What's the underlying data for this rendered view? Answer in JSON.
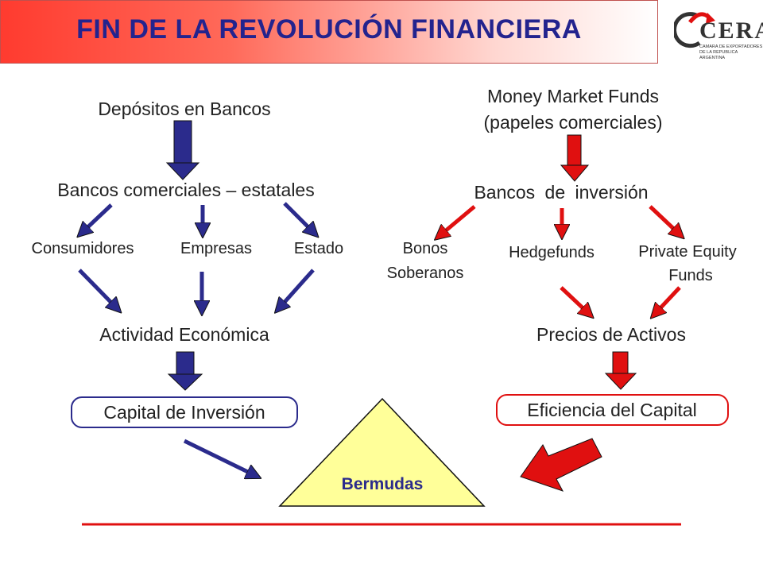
{
  "title": "FIN DE LA REVOLUCIÓN FINANCIERA",
  "logo": {
    "name": "CERA",
    "subtitle": "CAMARA DE EXPORTADORES DE LA REPUBLICA ARGENTINA"
  },
  "left": {
    "top": "Depósitos en Bancos",
    "middle": "Bancos comerciales – estatales",
    "branches": [
      "Consumidores",
      "Empresas",
      "Estado"
    ],
    "result": "Actividad Económica",
    "box": "Capital de Inversión",
    "color": "#2b2b8c"
  },
  "right": {
    "top_line1": "Money Market Funds",
    "top_line2": "(papeles comerciales)",
    "middle": "Bancos de inversión",
    "branch1_line1": "Bonos",
    "branch1_line2": "Soberanos",
    "branch2": "Hedgefunds",
    "branch3_line1": "Private Equity",
    "branch3_line2": "Funds",
    "result": "Precios de Activos",
    "box": "Eficiencia del Capital",
    "color": "#e01010"
  },
  "center": {
    "triangle_label": "Bermudas",
    "triangle_color": "#ffff99"
  }
}
